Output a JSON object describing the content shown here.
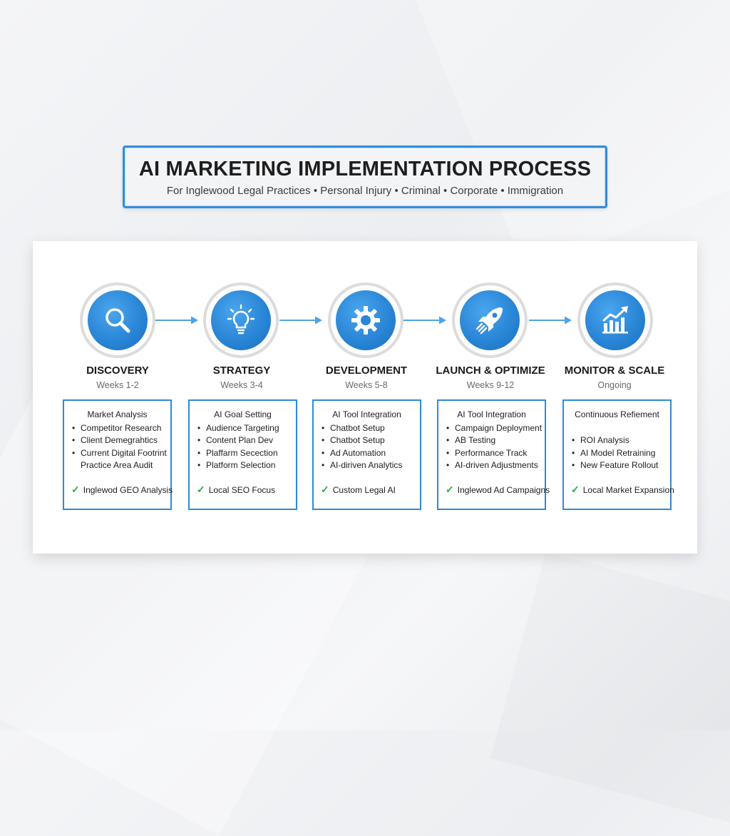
{
  "header": {
    "title": "AI MARKETING IMPLEMENTATION PROCESS",
    "subtitle": "For Inglewood Legal Practices • Personal Injury • Criminal • Corporate • Immigration"
  },
  "colors": {
    "accent": "#2e8fdc",
    "check": "#2fa83a"
  },
  "phases": [
    {
      "title": "DISCOVERY",
      "timeline": "Weeks 1-2",
      "icon": "magnifier-icon",
      "box_heading": "Market Analysis",
      "items": [
        "Competitor Research",
        "Client Demegrahtics",
        "Current Digital Footrint",
        "Practice Area Audit"
      ],
      "highlight": "Inglewod GEO Analysis"
    },
    {
      "title": "STRATEGY",
      "timeline": "Weeks 3-4",
      "icon": "lightbulb-icon",
      "box_heading": "AI Goal Setting",
      "items": [
        "Audience Targeting",
        "Content Plan Dev",
        "Plaffarm Secection",
        "Platform Selection"
      ],
      "highlight": "Local SEO Focus"
    },
    {
      "title": "DEVELOPMENT",
      "timeline": "Weeks 5-8",
      "icon": "gear-icon",
      "box_heading": "AI Tool Integration",
      "items": [
        "Chatbot Setup",
        "Chatbot Setup",
        "Ad Automation",
        "AI-diriven Analytics"
      ],
      "highlight": "Custom Legal AI"
    },
    {
      "title": "LAUNCH & OPTIMIZE",
      "timeline": "Weeks 9-12",
      "icon": "rocket-icon",
      "box_heading": "AI Tool Integration",
      "items": [
        "Campaign Deployment",
        "AB Testing",
        "Performance Track",
        "AI-driven Adjustments"
      ],
      "highlight": "Inglewod Ad Campaigns"
    },
    {
      "title": "MONITOR & SCALE",
      "timeline": "Ongoing",
      "icon": "growth-chart-icon",
      "box_heading": "Continuous Refiement",
      "items": [
        "",
        "ROI Analysis",
        "AI Model Retraining",
        "New Feature Rollout"
      ],
      "highlight": "Local Market Expansion"
    }
  ]
}
